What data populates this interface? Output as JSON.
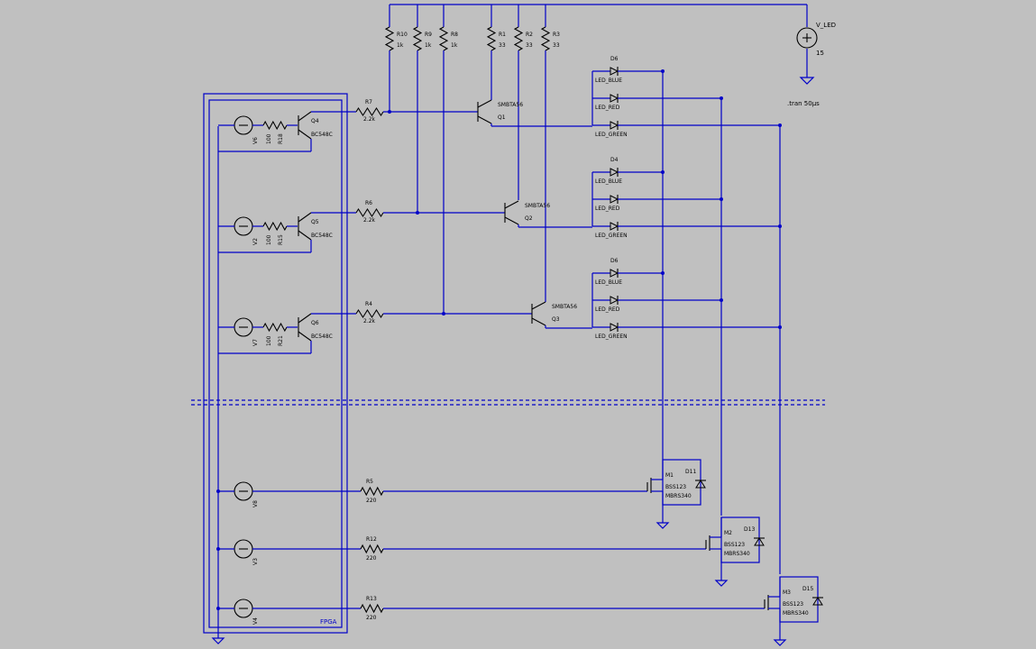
{
  "colors": {
    "background": "#c0c0c0",
    "wire": "#0000c8",
    "component": "#000000",
    "fpga_text": "#0000c8"
  },
  "directive": ".tran 50µs",
  "fpga_label": "FPGA",
  "supply": {
    "name": "V_LED",
    "value": "15"
  },
  "pull_resistors": [
    {
      "name": "R10",
      "value": "1k"
    },
    {
      "name": "R9",
      "value": "1k"
    },
    {
      "name": "R8",
      "value": "1k"
    },
    {
      "name": "R1",
      "value": "33"
    },
    {
      "name": "R2",
      "value": "33"
    },
    {
      "name": "R3",
      "value": "33"
    }
  ],
  "rows": [
    {
      "source": "V6",
      "src_res": "R18",
      "src_res_val": "100",
      "npn": "Q4",
      "npn_part": "BC548C",
      "base_res": "R7",
      "base_res_val": "2.2k",
      "pnp": "Q1",
      "pnp_part": "SMBTA56",
      "leds": {
        "part": "D6",
        "blue": "LED_BLUE",
        "red": "LED_RED",
        "green": "LED_GREEN"
      }
    },
    {
      "source": "V2",
      "src_res": "R15",
      "src_res_val": "100",
      "npn": "Q5",
      "npn_part": "BC548C",
      "base_res": "R6",
      "base_res_val": "2.2k",
      "pnp": "Q2",
      "pnp_part": "SMBTA56",
      "leds": {
        "part": "D4",
        "blue": "LED_BLUE",
        "red": "LED_RED",
        "green": "LED_GREEN"
      }
    },
    {
      "source": "V7",
      "src_res": "R21",
      "src_res_val": "100",
      "npn": "Q6",
      "npn_part": "BC548C",
      "base_res": "R4",
      "base_res_val": "2.2k",
      "pnp": "Q3",
      "pnp_part": "SMBTA56",
      "leds": {
        "part": "D6",
        "blue": "LED_BLUE",
        "red": "LED_RED",
        "green": "LED_GREEN"
      }
    }
  ],
  "low_side": [
    {
      "source": "V8",
      "gate_res": "R5",
      "gate_res_val": "220",
      "mosfet": "M1",
      "mosfet_part": "BSS123",
      "diode": "D11",
      "diode_part": "MBRS340"
    },
    {
      "source": "V3",
      "gate_res": "R12",
      "gate_res_val": "220",
      "mosfet": "M2",
      "mosfet_part": "BSS123",
      "diode": "D13",
      "diode_part": "MBRS340"
    },
    {
      "source": "V4",
      "gate_res": "R13",
      "gate_res_val": "220",
      "mosfet": "M3",
      "mosfet_part": "BSS123",
      "diode": "D15",
      "diode_part": "MBRS340"
    }
  ]
}
